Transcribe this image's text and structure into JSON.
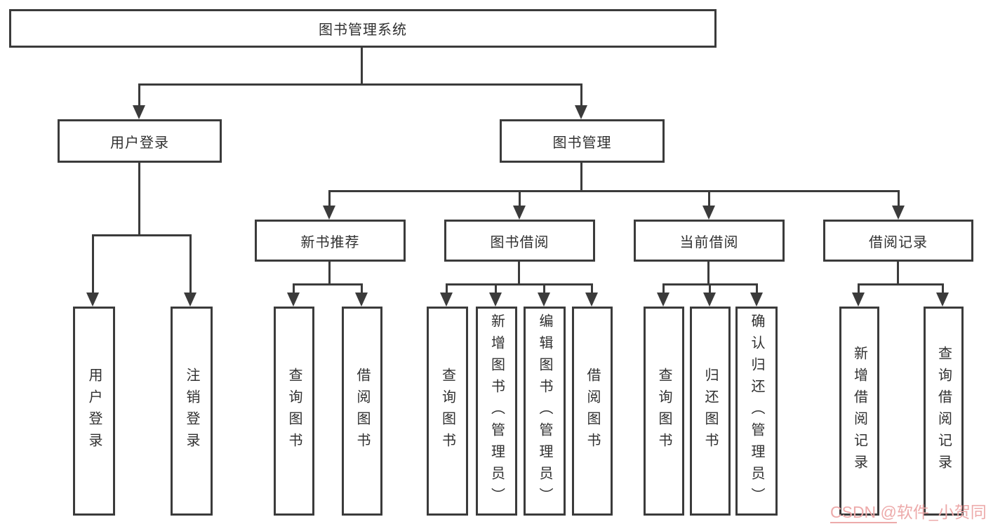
{
  "diagram_title": "图书管理系统",
  "tree": {
    "root": {
      "label": "图书管理系统",
      "children": [
        {
          "label": "用户登录",
          "children": [
            {
              "label": "用户登录"
            },
            {
              "label": "注销登录"
            }
          ]
        },
        {
          "label": "图书管理",
          "children": [
            {
              "label": "新书推荐",
              "children": [
                {
                  "label": "查询图书"
                },
                {
                  "label": "借阅图书"
                }
              ]
            },
            {
              "label": "图书借阅",
              "children": [
                {
                  "label": "查询图书"
                },
                {
                  "label": "新增图书（管理员）"
                },
                {
                  "label": "编辑图书（管理员）"
                },
                {
                  "label": "借阅图书"
                }
              ]
            },
            {
              "label": "当前借阅",
              "children": [
                {
                  "label": "查询图书"
                },
                {
                  "label": "归还图书"
                },
                {
                  "label": "确认归还（管理员）"
                }
              ]
            },
            {
              "label": "借阅记录",
              "children": [
                {
                  "label": "新增借阅记录"
                },
                {
                  "label": "查询借阅记录"
                }
              ]
            }
          ]
        }
      ]
    }
  },
  "watermark": {
    "prefix": "CSDN @",
    "account": "软件_小贺同学"
  },
  "colors": {
    "border": "#3b3b3b",
    "line": "#3b3b3b",
    "ink": "#303030",
    "watermark": "#edaaaa"
  }
}
